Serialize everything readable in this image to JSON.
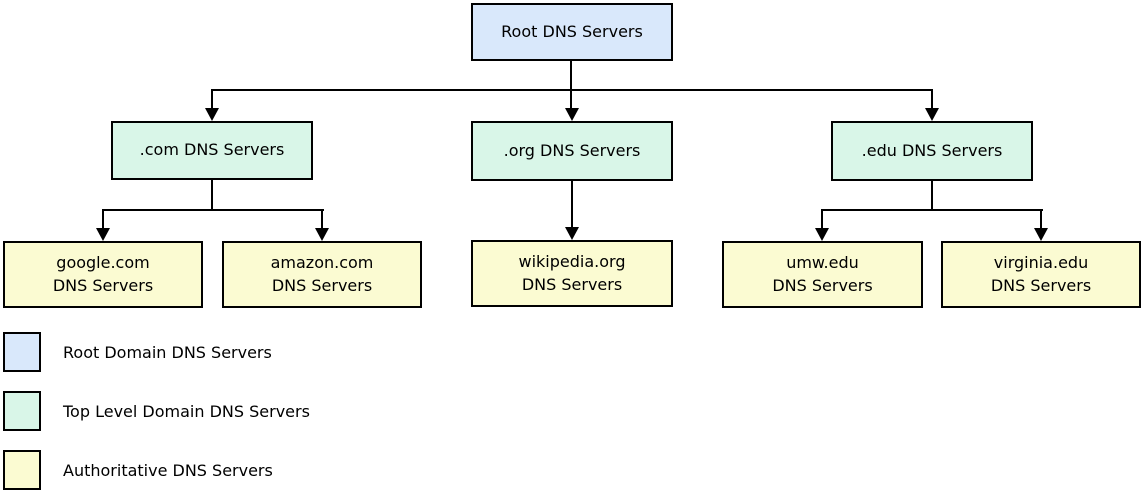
{
  "diagram": {
    "root": {
      "label": "Root DNS Servers"
    },
    "tld_nodes": [
      {
        "id": "com",
        "label": ".com DNS Servers"
      },
      {
        "id": "org",
        "label": ".org DNS Servers"
      },
      {
        "id": "edu",
        "label": ".edu DNS Servers"
      }
    ],
    "authoritative_nodes": [
      {
        "id": "google",
        "line1": "google.com",
        "line2": "DNS Servers"
      },
      {
        "id": "amazon",
        "line1": "amazon.com",
        "line2": "DNS Servers"
      },
      {
        "id": "wikipedia",
        "line1": "wikipedia.org",
        "line2": "DNS Servers"
      },
      {
        "id": "umw",
        "line1": "umw.edu",
        "line2": "DNS Servers"
      },
      {
        "id": "virginia",
        "line1": "virginia.edu",
        "line2": "DNS Servers"
      }
    ]
  },
  "legend": {
    "items": [
      {
        "label": "Root Domain DNS Servers",
        "color": "#d9e8fb"
      },
      {
        "label": "Top Level Domain DNS Servers",
        "color": "#d9f6e8"
      },
      {
        "label": "Authoritative DNS Servers",
        "color": "#fbfbd2"
      }
    ]
  },
  "colors": {
    "root_fill": "#d9e8fb",
    "tld_fill": "#d9f6e8",
    "authoritative_fill": "#fbfbd2",
    "border": "#000000",
    "connector": "#000000",
    "background": "#ffffff",
    "text": "#000000"
  }
}
